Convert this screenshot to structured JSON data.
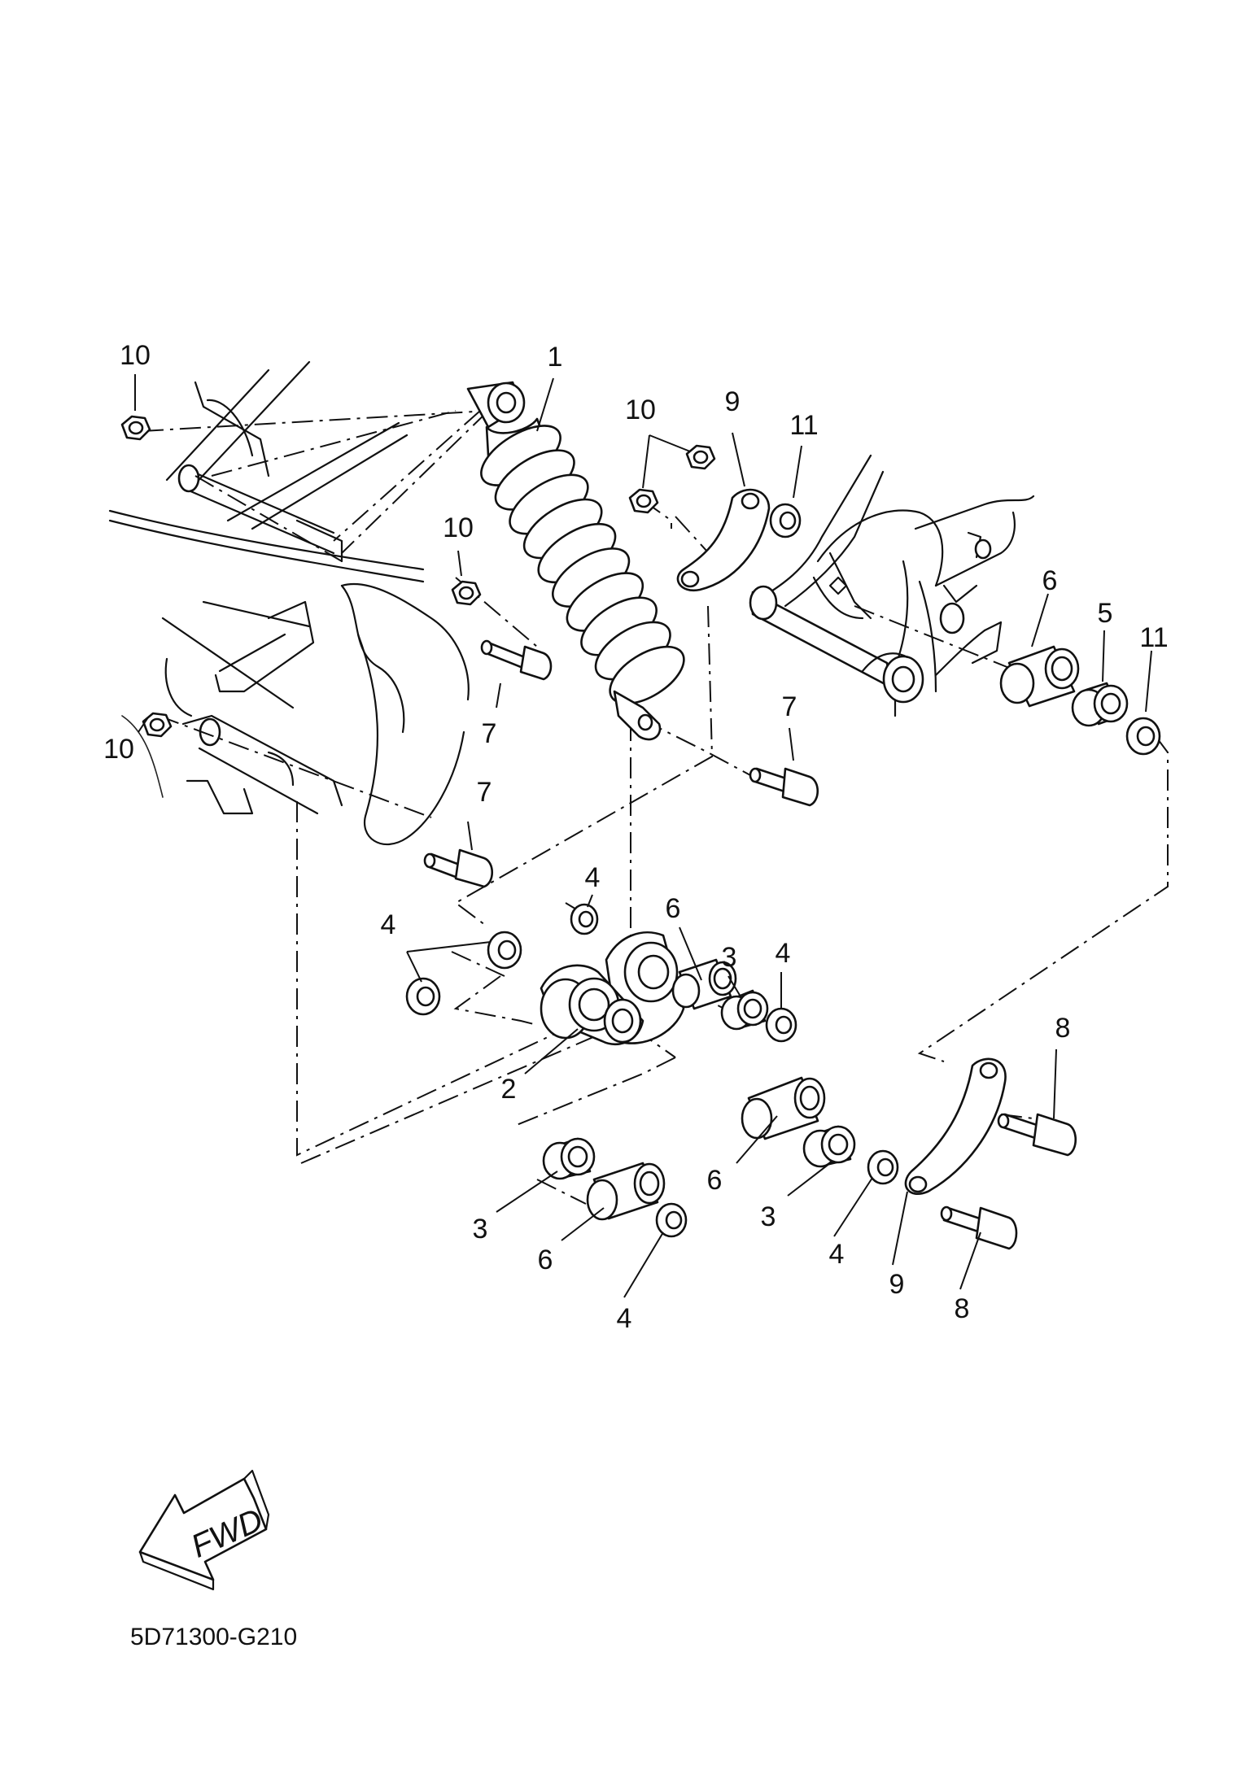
{
  "diagram_code": "5D71300-G210",
  "direction_arrow": "FWD",
  "callouts": [
    {
      "id": "c-1",
      "text": "1"
    },
    {
      "id": "c-10a",
      "text": "10"
    },
    {
      "id": "c-10b",
      "text": "10"
    },
    {
      "id": "c-9a",
      "text": "9"
    },
    {
      "id": "c-11a",
      "text": "11"
    },
    {
      "id": "c-10c",
      "text": "10"
    },
    {
      "id": "c-6a",
      "text": "6"
    },
    {
      "id": "c-5",
      "text": "5"
    },
    {
      "id": "c-11b",
      "text": "11"
    },
    {
      "id": "c-7a",
      "text": "7"
    },
    {
      "id": "c-7b",
      "text": "7"
    },
    {
      "id": "c-10d",
      "text": "10"
    },
    {
      "id": "c-7c",
      "text": "7"
    },
    {
      "id": "c-4a",
      "text": "4"
    },
    {
      "id": "c-4b",
      "text": "4"
    },
    {
      "id": "c-6b",
      "text": "6"
    },
    {
      "id": "c-3a",
      "text": "3"
    },
    {
      "id": "c-4c",
      "text": "4"
    },
    {
      "id": "c-8a",
      "text": "8"
    },
    {
      "id": "c-2",
      "text": "2"
    },
    {
      "id": "c-6c",
      "text": "6"
    },
    {
      "id": "c-3b",
      "text": "3"
    },
    {
      "id": "c-3c",
      "text": "3"
    },
    {
      "id": "c-6d",
      "text": "6"
    },
    {
      "id": "c-4d",
      "text": "4"
    },
    {
      "id": "c-9b",
      "text": "9"
    },
    {
      "id": "c-8b",
      "text": "8"
    },
    {
      "id": "c-4e",
      "text": "4"
    }
  ]
}
